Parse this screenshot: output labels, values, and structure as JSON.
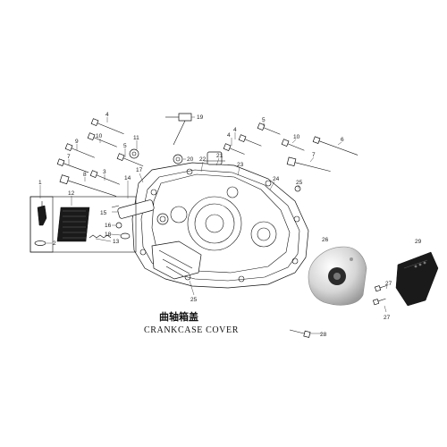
{
  "title_cn": "曲轴箱盖",
  "title_en": "CRANKCASE COVER",
  "callouts": {
    "c1": "1",
    "c2": "2",
    "c3": "3",
    "c4a": "4",
    "c4b": "4",
    "c4c": "4",
    "c5a": "5",
    "c5b": "5",
    "c6": "6",
    "c7": "7",
    "c8": "8",
    "c9": "9",
    "c10a": "10",
    "c10b": "10",
    "c11": "11",
    "c12": "12",
    "c13": "13",
    "c14": "14",
    "c15": "15",
    "c16": "16",
    "c17": "17",
    "c18": "18",
    "c19": "19",
    "c20": "20",
    "c21": "21",
    "c22": "22",
    "c23": "23",
    "c24": "24",
    "c25a": "25",
    "c25b": "25",
    "c26": "26",
    "c27a": "27",
    "c27b": "27",
    "c28": "28",
    "c29": "29"
  }
}
